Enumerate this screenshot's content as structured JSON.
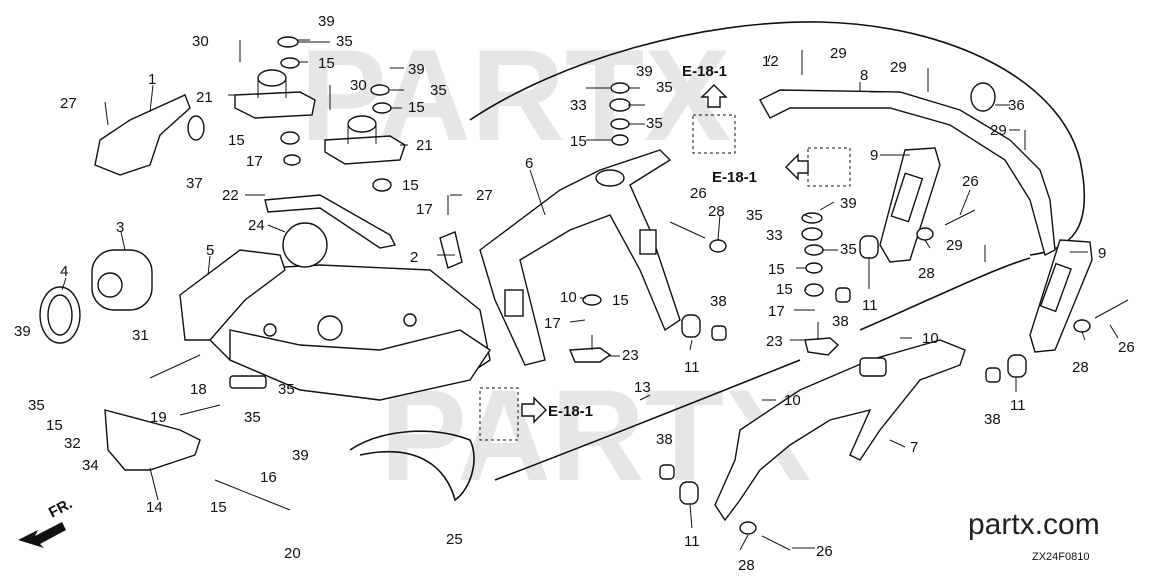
{
  "diagram": {
    "watermark": "PARTX",
    "brand": "partx.com",
    "drawing_code": "ZX24F0810",
    "front_marker": "FR.",
    "reference": "E-18-1"
  },
  "callouts": [
    {
      "text": "1"
    },
    {
      "text": "2"
    },
    {
      "text": "3"
    },
    {
      "text": "4"
    },
    {
      "text": "5"
    },
    {
      "text": "6"
    },
    {
      "text": "7"
    },
    {
      "text": "8"
    },
    {
      "text": "9"
    },
    {
      "text": "9"
    },
    {
      "text": "10"
    },
    {
      "text": "10"
    },
    {
      "text": "10"
    },
    {
      "text": "11"
    },
    {
      "text": "11"
    },
    {
      "text": "11"
    },
    {
      "text": "11"
    },
    {
      "text": "12"
    },
    {
      "text": "13"
    },
    {
      "text": "14"
    },
    {
      "text": "15"
    },
    {
      "text": "15"
    },
    {
      "text": "15"
    },
    {
      "text": "15"
    },
    {
      "text": "15"
    },
    {
      "text": "15"
    },
    {
      "text": "15"
    },
    {
      "text": "15"
    },
    {
      "text": "15"
    },
    {
      "text": "15"
    },
    {
      "text": "16"
    },
    {
      "text": "17"
    },
    {
      "text": "17"
    },
    {
      "text": "17"
    },
    {
      "text": "17"
    },
    {
      "text": "18"
    },
    {
      "text": "19"
    },
    {
      "text": "20"
    },
    {
      "text": "21"
    },
    {
      "text": "21"
    },
    {
      "text": "22"
    },
    {
      "text": "23"
    },
    {
      "text": "23"
    },
    {
      "text": "24"
    },
    {
      "text": "25"
    },
    {
      "text": "26"
    },
    {
      "text": "26"
    },
    {
      "text": "26"
    },
    {
      "text": "26"
    },
    {
      "text": "27"
    },
    {
      "text": "27"
    },
    {
      "text": "28"
    },
    {
      "text": "28"
    },
    {
      "text": "28"
    },
    {
      "text": "28"
    },
    {
      "text": "29"
    },
    {
      "text": "29"
    },
    {
      "text": "29"
    },
    {
      "text": "29"
    },
    {
      "text": "30"
    },
    {
      "text": "30"
    },
    {
      "text": "31"
    },
    {
      "text": "32"
    },
    {
      "text": "33"
    },
    {
      "text": "33"
    },
    {
      "text": "34"
    },
    {
      "text": "35"
    },
    {
      "text": "35"
    },
    {
      "text": "35"
    },
    {
      "text": "35"
    },
    {
      "text": "35"
    },
    {
      "text": "35"
    },
    {
      "text": "35"
    },
    {
      "text": "35"
    },
    {
      "text": "35"
    },
    {
      "text": "36"
    },
    {
      "text": "37"
    },
    {
      "text": "38"
    },
    {
      "text": "38"
    },
    {
      "text": "38"
    },
    {
      "text": "38"
    },
    {
      "text": "39"
    },
    {
      "text": "39"
    },
    {
      "text": "39"
    },
    {
      "text": "39"
    },
    {
      "text": "39"
    },
    {
      "text": "39"
    }
  ],
  "references": [
    {
      "text": "E-18-1"
    },
    {
      "text": "E-18-1"
    },
    {
      "text": "E-18-1"
    }
  ]
}
